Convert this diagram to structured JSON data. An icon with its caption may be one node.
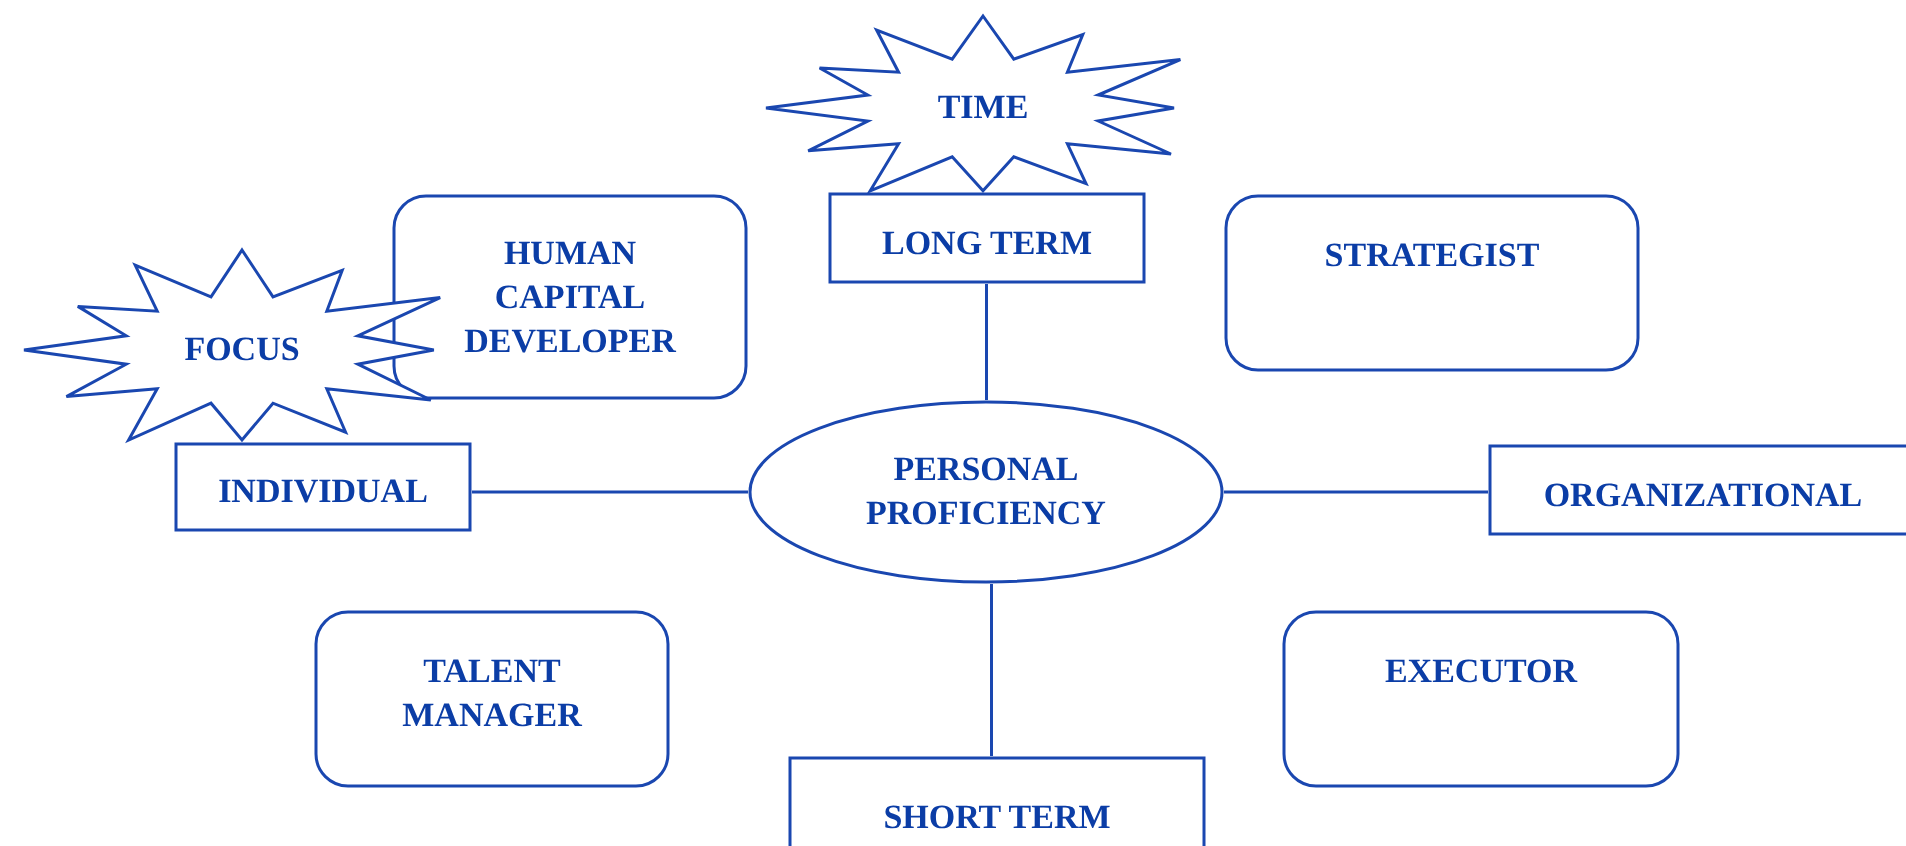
{
  "diagram": {
    "nodes": [
      {
        "text": [
          "TIME"
        ]
      },
      {
        "text": [
          "LONG TERM"
        ]
      },
      {
        "text": [
          "HUMAN CAPITAL DEVELOPER"
        ]
      },
      {
        "text": [
          "STRATEGIST"
        ]
      },
      {
        "text": [
          "FOCUS"
        ]
      },
      {
        "text": [
          "INDIVIDUAL"
        ]
      },
      {
        "text": [
          "PERSONAL PROFICIENCY"
        ]
      },
      {
        "text": [
          "ORGANIZATIONAL"
        ]
      },
      {
        "text": [
          "TALENT MANAGER"
        ]
      },
      {
        "text": [
          "EXECUTOR"
        ]
      },
      {
        "text": [
          "SHORT TERM"
        ]
      }
    ],
    "edges": [
      {
        "from": 6,
        "to": 1,
        "arrow": "none"
      },
      {
        "from": 6,
        "to": 5,
        "arrow": "none"
      },
      {
        "from": 6,
        "to": 7,
        "arrow": "none"
      },
      {
        "from": 6,
        "to": 10,
        "arrow": "none"
      }
    ]
  }
}
